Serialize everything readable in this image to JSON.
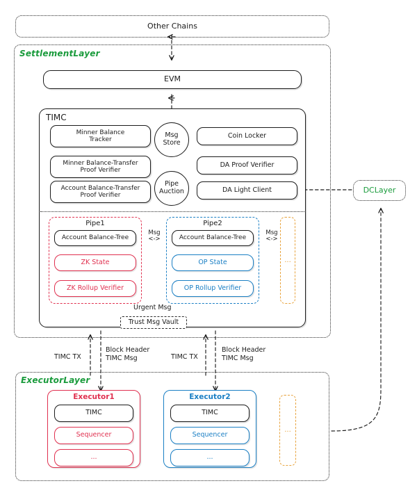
{
  "colors": {
    "green": "#1a9b3c",
    "red": "#e0304f",
    "blue": "#1a7fc4",
    "orange": "#e8a33d",
    "ink": "#1b1b1b"
  },
  "other_chains": {
    "label": "Other Chains"
  },
  "settlement_layer": {
    "title": "SettlementLayer",
    "evm": {
      "label": "EVM"
    },
    "timc": {
      "title": "TIMC",
      "left_boxes": [
        "Minner Balance\nTracker",
        "Minner Balance-Transfer\nProof Verifier",
        "Account Balance-Transfer\nProof Verifier"
      ],
      "left_boxes_flat": [
        {
          "line1": "Minner Balance",
          "line2": "Tracker"
        },
        {
          "line1": "Minner Balance-Transfer",
          "line2": "Proof Verifier"
        },
        {
          "line1": "Account Balance-Transfer",
          "line2": "Proof Verifier"
        }
      ],
      "circles": [
        {
          "line1": "Msg",
          "line2": "Store"
        },
        {
          "line1": "Pipe",
          "line2": "Auction"
        }
      ],
      "right_boxes": [
        "Coin Locker",
        "DA Proof Verifier",
        "DA Light Client"
      ],
      "pipes": [
        {
          "title": "Pipe1",
          "color": "#e0304f",
          "items": [
            {
              "label": "Account Balance-Tree",
              "color": "#1b1b1b"
            },
            {
              "label": "ZK State",
              "color": "#e0304f"
            },
            {
              "label": "ZK Rollup Verifier",
              "color": "#e0304f"
            }
          ]
        },
        {
          "title": "Pipe2",
          "color": "#1a7fc4",
          "items": [
            {
              "label": "Account Balance-Tree",
              "color": "#1b1b1b"
            },
            {
              "label": "OP State",
              "color": "#1a7fc4"
            },
            {
              "label": "OP Rollup Verifier",
              "color": "#1a7fc4"
            }
          ]
        }
      ],
      "ellipsis_column": {
        "label": "..."
      },
      "msg_labels": [
        {
          "line1": "Msg",
          "line2": "<->"
        },
        {
          "line1": "Msg",
          "line2": "<->"
        }
      ],
      "urgent_msg_label": "Urgent Msg",
      "trust_msg_vault": "Trust Msg Vault"
    }
  },
  "dc_layer": {
    "title": "DCLayer"
  },
  "interlayer_labels": [
    {
      "text": "TIMC TX"
    },
    {
      "line1": "Block Header",
      "line2": "TIMC Msg"
    },
    {
      "text": "TIMC TX"
    },
    {
      "line1": "Block Header",
      "line2": "TIMC Msg"
    }
  ],
  "executor_layer": {
    "title": "ExecutorLayer",
    "executors": [
      {
        "title": "Executor1",
        "color": "#e0304f",
        "items": [
          {
            "label": "TIMC",
            "color": "#1b1b1b"
          },
          {
            "label": "Sequencer",
            "color": "#e0304f"
          },
          {
            "label": "...",
            "color": "#e0304f"
          }
        ]
      },
      {
        "title": "Executor2",
        "color": "#1a7fc4",
        "items": [
          {
            "label": "TIMC",
            "color": "#1b1b1b"
          },
          {
            "label": "Sequencer",
            "color": "#1a7fc4"
          },
          {
            "label": "...",
            "color": "#1a7fc4"
          }
        ]
      }
    ],
    "ellipsis_column": {
      "label": "..."
    }
  }
}
